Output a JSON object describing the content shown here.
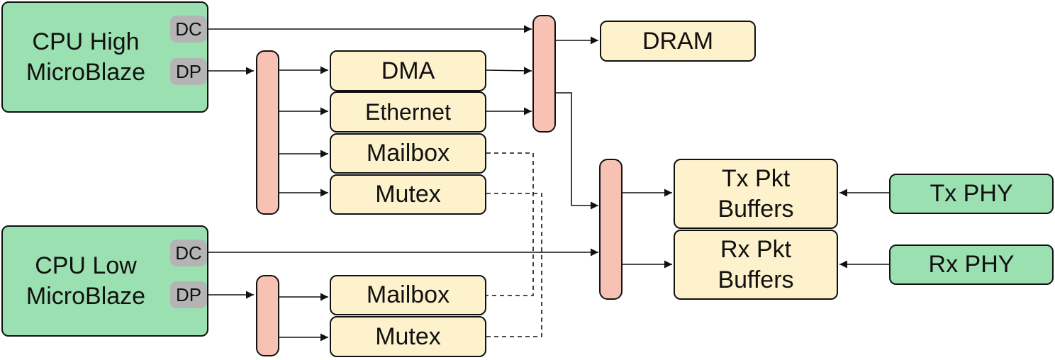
{
  "cpu_high": {
    "line1": "CPU High",
    "line2": "MicroBlaze",
    "port_dc": "DC",
    "port_dp": "DP"
  },
  "cpu_low": {
    "line1": "CPU Low",
    "line2": "MicroBlaze",
    "port_dc": "DC",
    "port_dp": "DP"
  },
  "blocks": {
    "dram": "DRAM",
    "dma": "DMA",
    "ethernet": "Ethernet",
    "mailbox_high": "Mailbox",
    "mutex_high": "Mutex",
    "mailbox_low": "Mailbox",
    "mutex_low": "Mutex",
    "tx_buffers_line1": "Tx Pkt",
    "tx_buffers_line2": "Buffers",
    "rx_buffers_line1": "Rx Pkt",
    "rx_buffers_line2": "Buffers",
    "tx_phy": "Tx PHY",
    "rx_phy": "Rx PHY"
  },
  "colors": {
    "cpu": "#9be0b1",
    "block": "#fdf2cc",
    "interconnect": "#f7c2b3",
    "port": "#b4b4b4"
  }
}
